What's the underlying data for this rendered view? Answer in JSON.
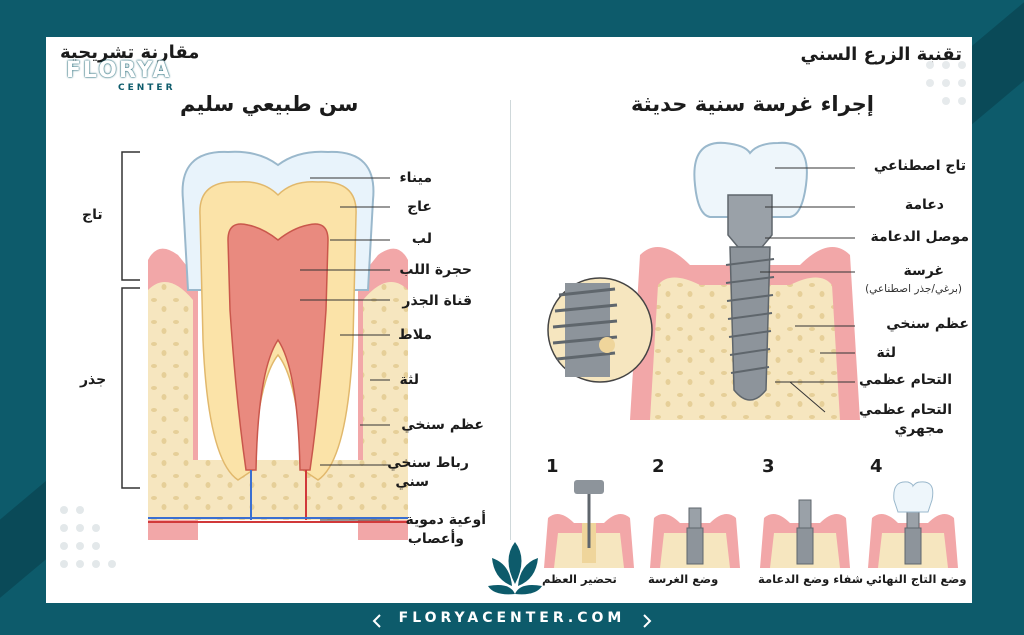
{
  "header": {
    "right_title": "تقنية الزرع السني",
    "left_title": "مقارنة تشريحية",
    "brand_name": "FLORYA",
    "brand_sub": "CENTER"
  },
  "natural_tooth": {
    "heading": "سن طبيعي سليم",
    "bracket_crown": "تاج",
    "bracket_root": "جذر",
    "labels": {
      "enamel": "ميناء",
      "dentin": "عاج",
      "pulp": "لب",
      "pulp_chamber": "حجرة اللب",
      "root_canal": "قناة الجذر",
      "cementum": "ملاط",
      "gum": "لثة",
      "bone": "عظم سنخي",
      "ligament_1": "رباط سنخي",
      "ligament_2": "سني",
      "vessels_1": "أوعية دموية",
      "vessels_2": "وأعصاب"
    }
  },
  "implant": {
    "heading": "إجراء غرسة سنية حديثة",
    "labels": {
      "crown": "تاج اصطناعي",
      "abutment": "دعامة",
      "abutment_connector": "موصل الدعامة",
      "implant": "غرسة",
      "implant_note": "(برغي/جذر اصطناعي)",
      "bone": "عظم سنخي",
      "gum": "لثة",
      "osseo": "التحام عظمي",
      "micro_osseo_1": "التحام عظمي",
      "micro_osseo_2": "مجهري"
    }
  },
  "steps": [
    {
      "num": "1",
      "label": "تحضير العظم"
    },
    {
      "num": "2",
      "label": "وضع الغرسة"
    },
    {
      "num": "3",
      "label": "شفاء وضع الدعامة"
    },
    {
      "num": "4",
      "label": "وضع التاج النهائي"
    }
  ],
  "footer": {
    "site": "FLORYACENTER.COM"
  },
  "colors": {
    "frame": "#0d5b6b",
    "gum": "#f2a7a8",
    "bone": "#f6e6bf",
    "enamel": "#e8f3fb",
    "pulp": "#e98a7f",
    "metal": "#9aa1a8"
  }
}
